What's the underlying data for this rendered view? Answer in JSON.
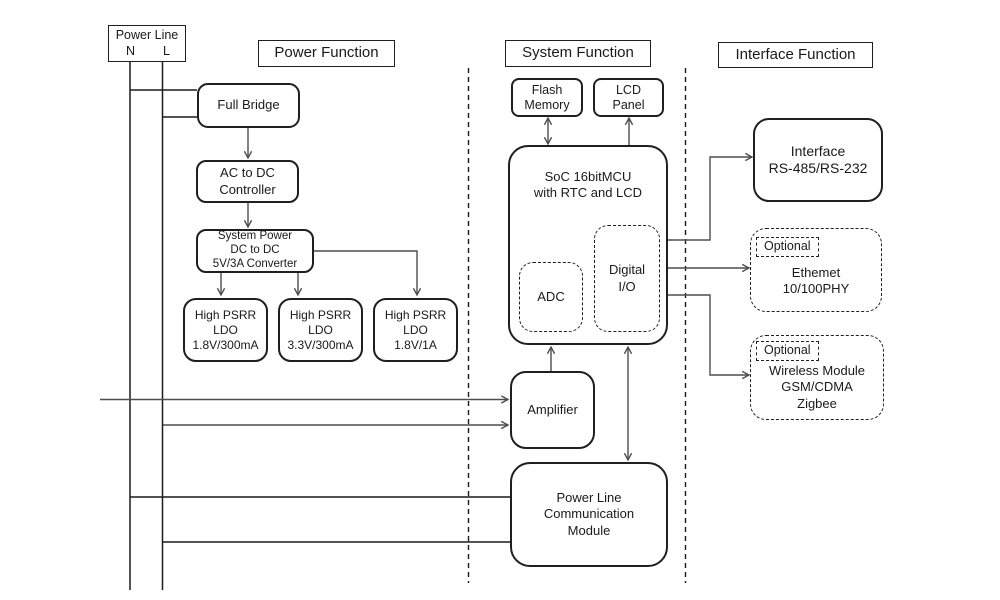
{
  "sections": {
    "power": {
      "title": "Power Function"
    },
    "system": {
      "title": "System Function"
    },
    "interface": {
      "title": "Interface Function"
    }
  },
  "power_line": {
    "label": "Power Line",
    "n": "N",
    "l": "L"
  },
  "blocks": {
    "full_bridge": "Full Bridge",
    "ac_dc": "AC to DC\nController",
    "sys_power": "System Power\nDC to DC\n5V/3A Converter",
    "ldo1": "High PSRR\nLDO\n1.8V/300mA",
    "ldo2": "High PSRR\nLDO\n3.3V/300mA",
    "ldo3": "High PSRR\nLDO\n1.8V/1A",
    "flash": "Flash\nMemory",
    "lcd": "LCD\nPanel",
    "soc": "SoC 16bitMCU\nwith RTC and LCD",
    "adc": "ADC",
    "digital_io": "Digital\nI/O",
    "amplifier": "Amplifier",
    "plc": "Power Line\nCommunication\nModule",
    "rs_interface": "Interface\nRS-485/RS-232",
    "ethernet": "Ethemet\n10/100PHY",
    "wireless": "Wireless Module\nGSM/CDMA\nZigbee",
    "optional": "Optional"
  },
  "colors": {
    "box_stroke": "#1f1f1f",
    "connector": "#4d4d4d",
    "background": "#ffffff"
  }
}
